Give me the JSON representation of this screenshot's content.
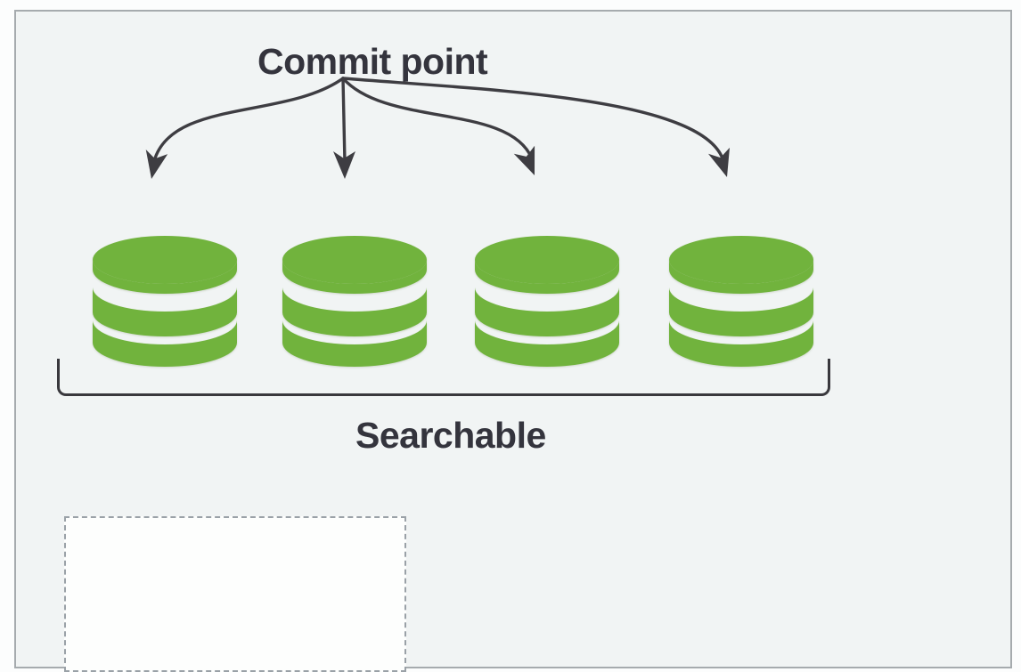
{
  "diagram": {
    "title": "Commit point",
    "bracket_label": "Searchable",
    "segment_count": 4,
    "colors": {
      "outer_bg": "#fcfdfd",
      "panel_bg": "#f1f4f4",
      "panel_border": "#a6abae",
      "text": "#34343d",
      "arrow_line": "#3e3d42",
      "segment_green": "#71b33d",
      "bracket": "#39383d",
      "dashed_box_border": "#9aa1a7",
      "dashed_box_bg": "#fdfefd"
    }
  }
}
